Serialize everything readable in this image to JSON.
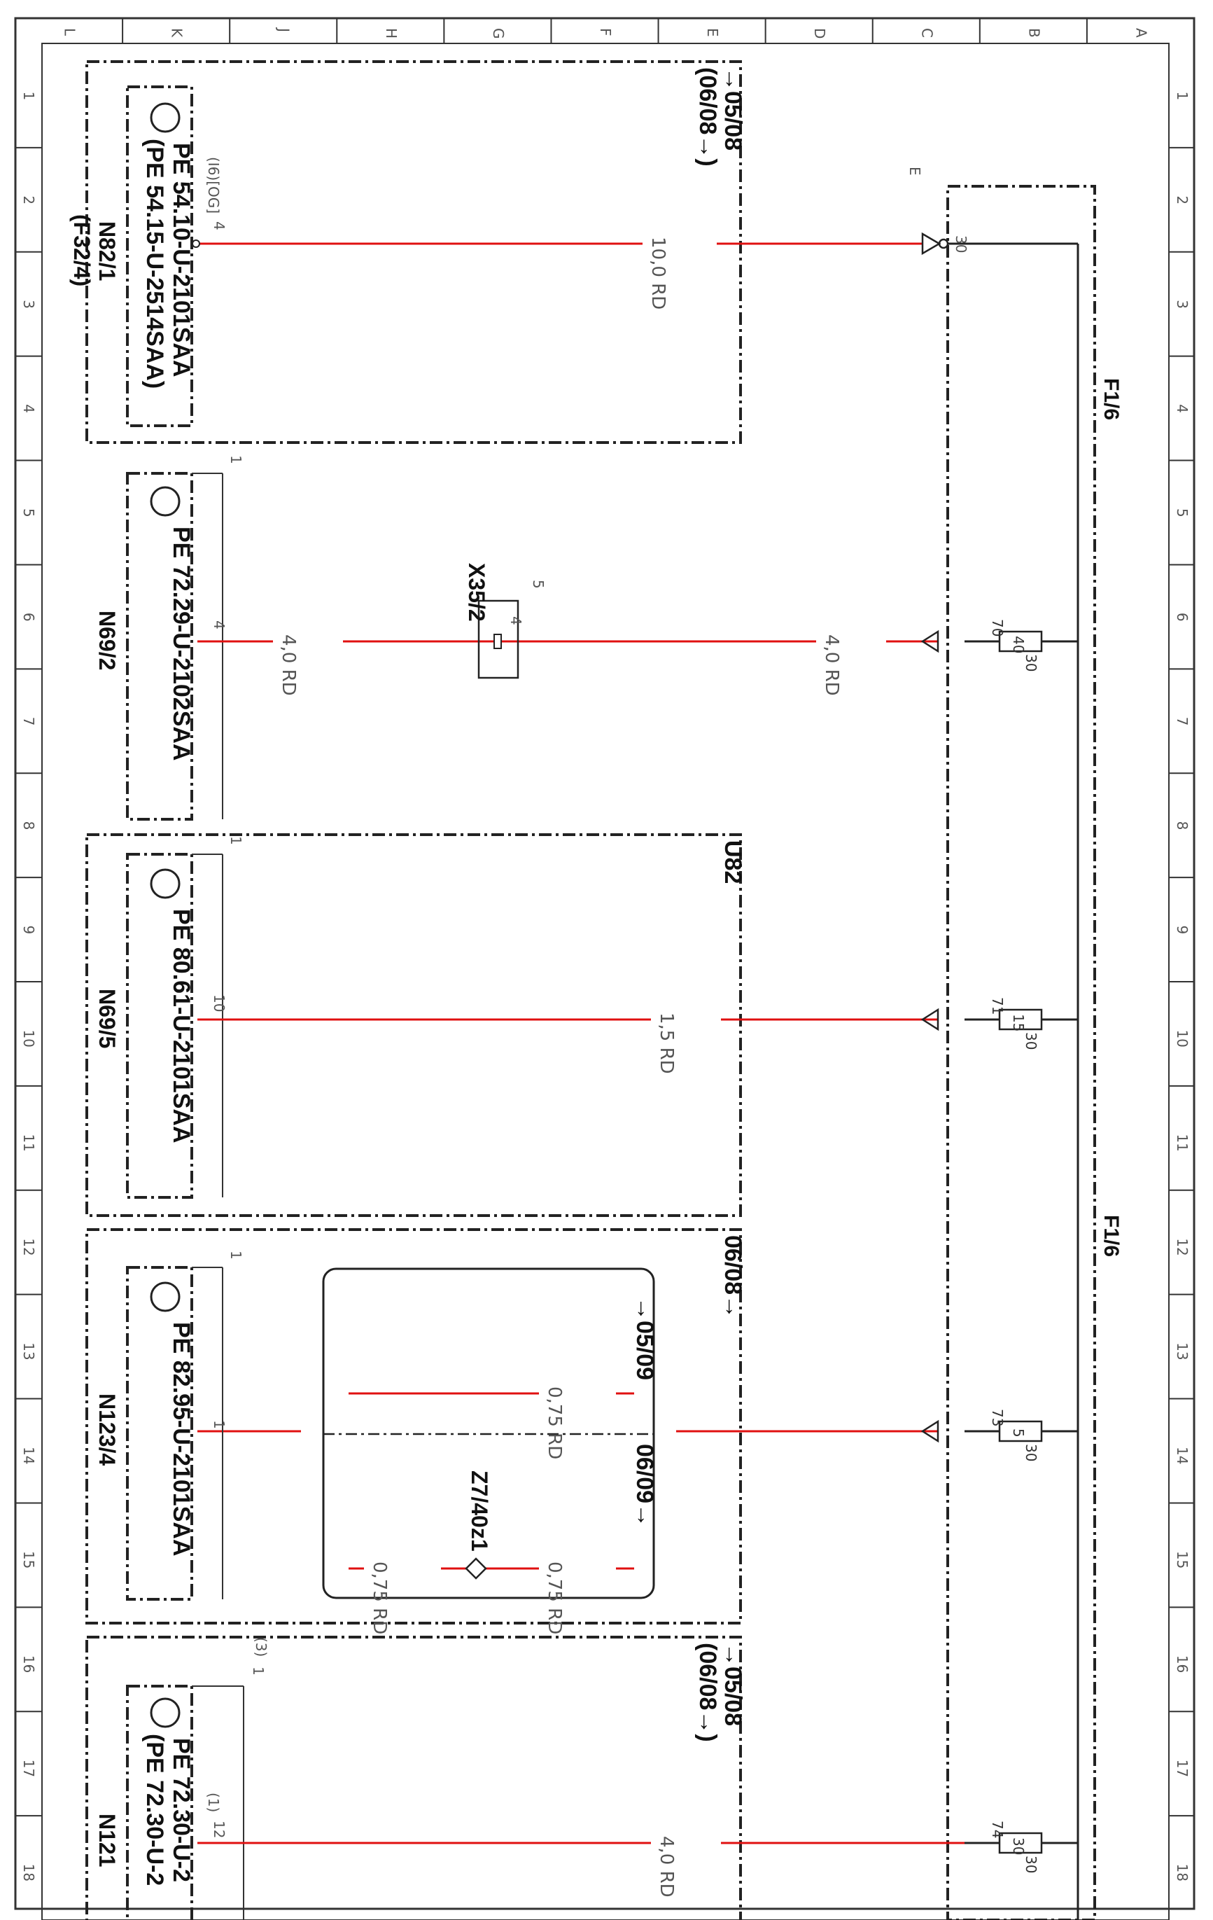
{
  "grid": {
    "rows": [
      "L",
      "K",
      "J",
      "H",
      "G",
      "F",
      "E",
      "D",
      "C",
      "B",
      "A"
    ],
    "cols": [
      "1",
      "2",
      "3",
      "4",
      "5",
      "6",
      "7",
      "8",
      "9",
      "10",
      "11",
      "12",
      "13",
      "14",
      "15",
      "16",
      "17",
      "18"
    ]
  },
  "supply": {
    "label": "F1/6",
    "terminal": "30",
    "ground_mark": "E"
  },
  "fuses": [
    {
      "num": "70",
      "rating": "40",
      "term": "30"
    },
    {
      "num": "71",
      "rating": "15",
      "term": "30"
    },
    {
      "num": "73",
      "rating": "5",
      "term": "30"
    },
    {
      "num": "74",
      "rating": "30",
      "term": "30"
    }
  ],
  "circuits": [
    {
      "group_code": "→05/08",
      "group_code2": "(06/08→)",
      "wire": "10,0 RD",
      "pin": "4",
      "pin_extra": "(I6)[OG]",
      "name": "N82/1",
      "name2": "(F32/4)",
      "doc": "PE 54.10-U-2101SAA",
      "doc2": "(PE 54.15-U-2514SAA)"
    },
    {
      "connector": "X35/2",
      "connector_pin": "4",
      "connector_num": "5",
      "wire_left": "4,0 RD",
      "wire_right": "4,0 RD",
      "pin": "4",
      "pin_top": "1",
      "name": "N69/2",
      "doc": "PE 72.29-U-2102SAA"
    },
    {
      "group_code": "U82",
      "wire": "1,5 RD",
      "pin": "10",
      "pin_top": "1",
      "name": "N69/5",
      "doc": "PE 80.61-U-2101SAA"
    },
    {
      "group_code": "06/08→",
      "variant_a": "→05/09",
      "variant_b": "06/09→",
      "wire_a": "0,75 RD",
      "wire_b1": "0,75 RD",
      "wire_b2": "0,75 RD",
      "splice": "Z7/40z1",
      "pin": "1",
      "pin_top": "1",
      "name": "N123/4",
      "doc": "PE 82.95-U-2101SAA"
    },
    {
      "group_code": "→05/08",
      "group_code2": "(06/08→)",
      "wire": "4,0 RD",
      "pin": "12",
      "pin_alt": "(1)",
      "pin_top": "1",
      "pin_top_alt": "(3)",
      "name": "N121",
      "doc": "PE 72.30-U-2",
      "doc2": "(PE 72.30-U-2"
    }
  ],
  "colors": {
    "wire": "#e01010",
    "line": "#222222"
  }
}
